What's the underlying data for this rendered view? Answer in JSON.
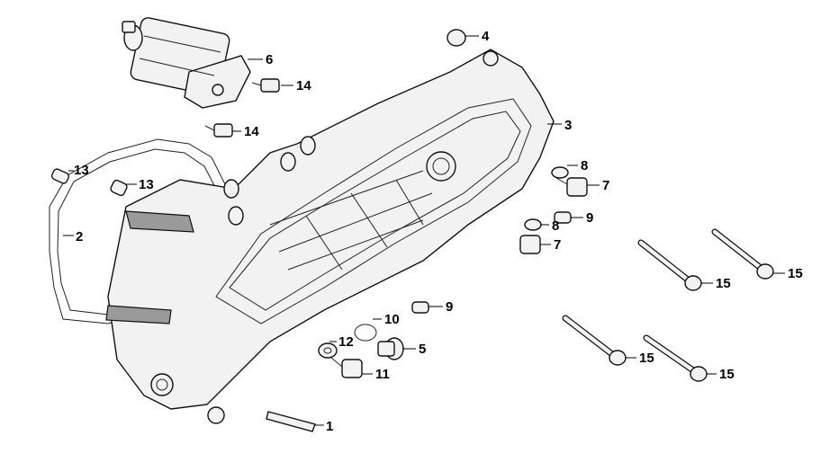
{
  "diagram": {
    "callouts": {
      "c1": "1",
      "c2": "2",
      "c3": "3",
      "c4": "4",
      "c5": "5",
      "c6": "6",
      "c7a": "7",
      "c7b": "7",
      "c8a": "8",
      "c8b": "8",
      "c9a": "9",
      "c9b": "9",
      "c10": "10",
      "c11": "11",
      "c12": "12",
      "c13a": "13",
      "c13b": "13",
      "c14a": "14",
      "c14b": "14",
      "c15a": "15",
      "c15b": "15",
      "c15c": "15",
      "c15d": "15"
    }
  }
}
